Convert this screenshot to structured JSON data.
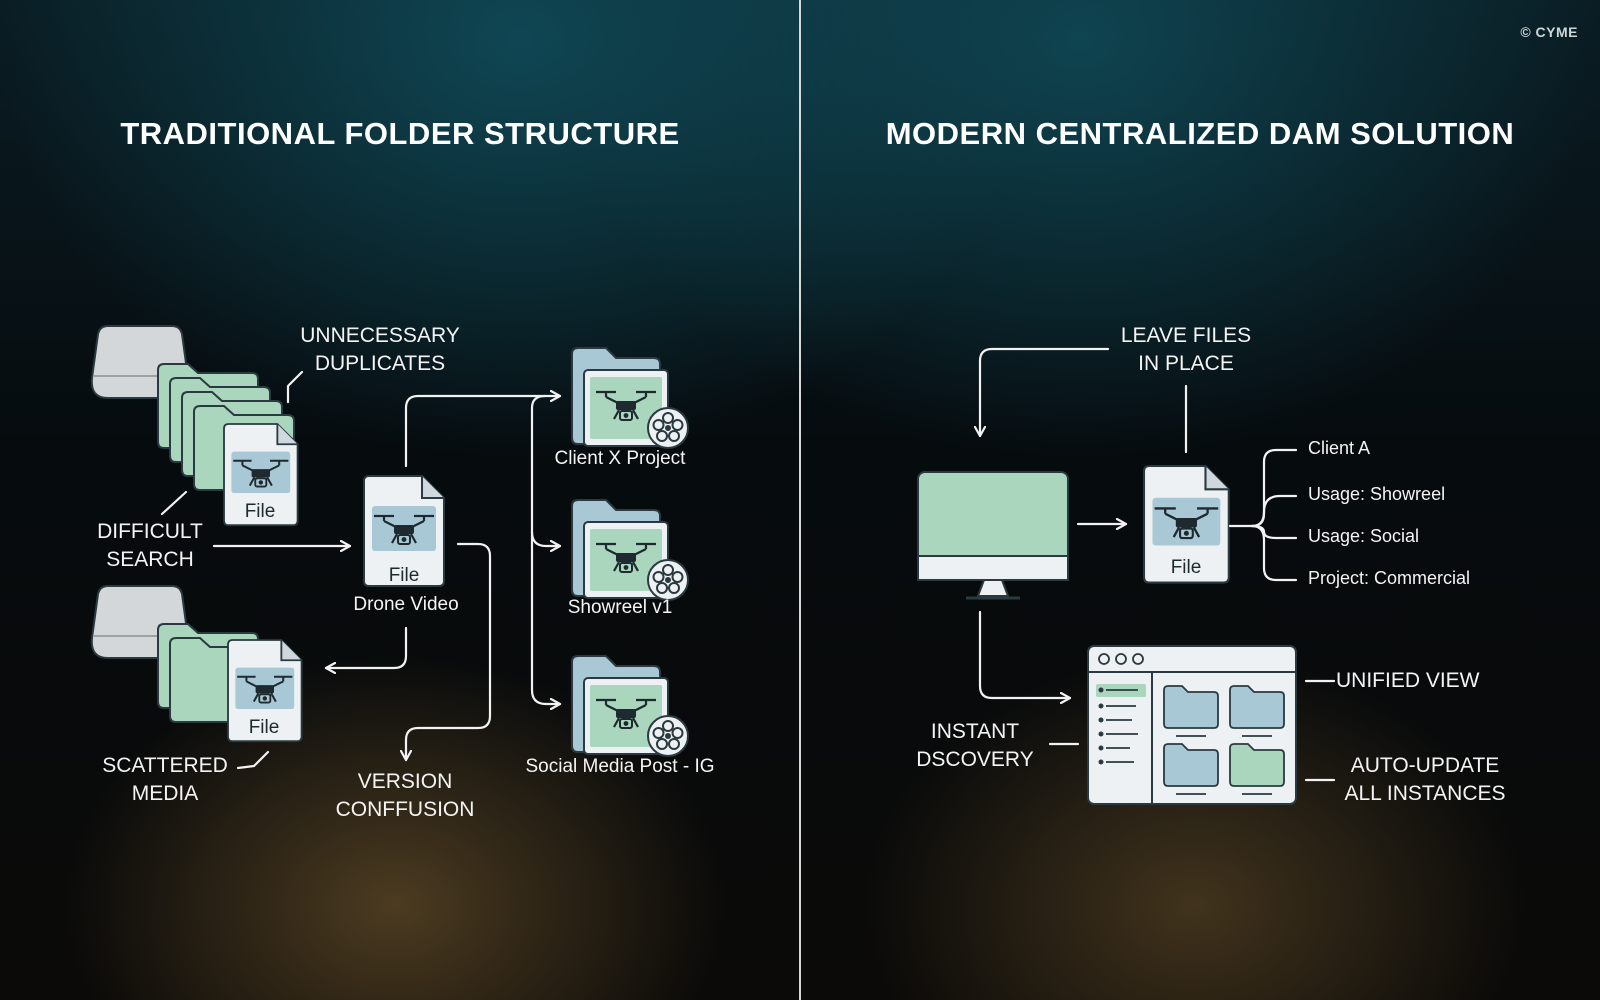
{
  "copyright": "© CYME",
  "left": {
    "title": "TRADITIONAL FOLDER STRUCTURE",
    "labels": {
      "duplicates_1": "UNNECESSARY",
      "duplicates_2": "DUPLICATES",
      "search_1": "DIFFICULT",
      "search_2": "SEARCH",
      "scattered_1": "SCATTERED",
      "scattered_2": "MEDIA",
      "version_1": "VERSION",
      "version_2": "CONFFUSION",
      "file": "File",
      "drone_video": "Drone Video",
      "client_project": "Client X Project",
      "showreel": "Showreel v1",
      "social_post": "Social Media Post - IG"
    }
  },
  "right": {
    "title": "MODERN CENTRALIZED DAM SOLUTION",
    "labels": {
      "leave_1": "LEAVE FILES",
      "leave_2": "IN PLACE",
      "file": "File",
      "discovery_1": "INSTANT",
      "discovery_2": "DSCOVERY",
      "unified": "UNIFIED VIEW",
      "auto_1": "AUTO-UPDATE",
      "auto_2": "ALL INSTANCES"
    },
    "tags": [
      "Client A",
      "Usage: Showreel",
      "Usage: Social",
      "Project: Commercial"
    ]
  },
  "colors": {
    "mint": "#a9d6bd",
    "mint_dark": "#8fc4a8",
    "blue_folder": "#a9c8d6",
    "drive_gray": "#d4d7d9",
    "paper": "#edf1f3",
    "arrow": "#f2f2f2"
  }
}
